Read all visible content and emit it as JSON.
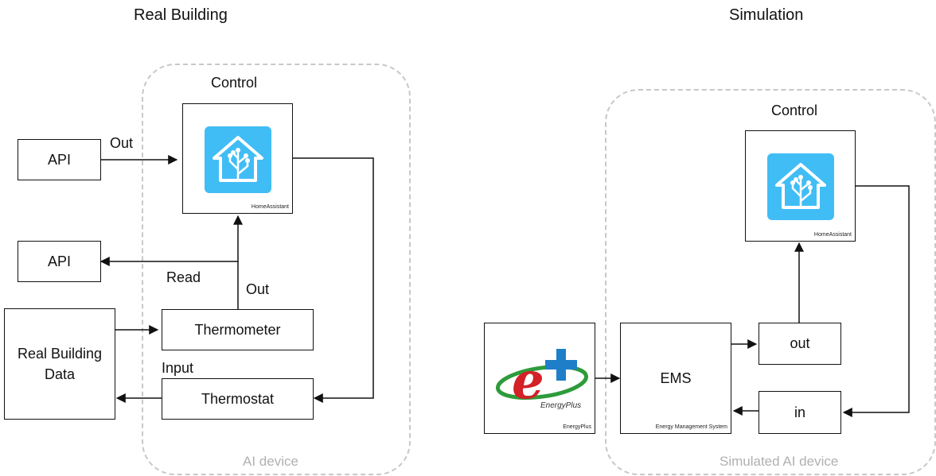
{
  "titles": {
    "left": "Real Building",
    "right": "Simulation"
  },
  "left": {
    "group_label": "AI device",
    "control_label": "Control",
    "ha_caption": "HomeAssistant",
    "api_top": "API",
    "api_bottom": "API",
    "out_top": "Out",
    "read": "Read",
    "out_mid": "Out",
    "thermometer": "Thermometer",
    "thermostat": "Thermostat",
    "input": "Input",
    "real_data": "Real Building Data"
  },
  "right": {
    "group_label": "Simulated AI device",
    "control_label": "Control",
    "ha_caption": "HomeAssistant",
    "energyplus_caption": "EnergyPlus",
    "energyplus_logo_text": "EnergyPlus",
    "ems": "EMS",
    "ems_caption": "Energy Management System",
    "out": "out",
    "in": "in"
  },
  "colors": {
    "ha_blue": "#41bdf5",
    "energyplus_red": "#d42027",
    "energyplus_green": "#2e9b3a",
    "energyplus_blue": "#1e7fc8",
    "dashed": "#c8c8c8"
  },
  "icons": {
    "home_assistant": "home-assistant-icon",
    "energyplus": "energyplus-logo"
  }
}
